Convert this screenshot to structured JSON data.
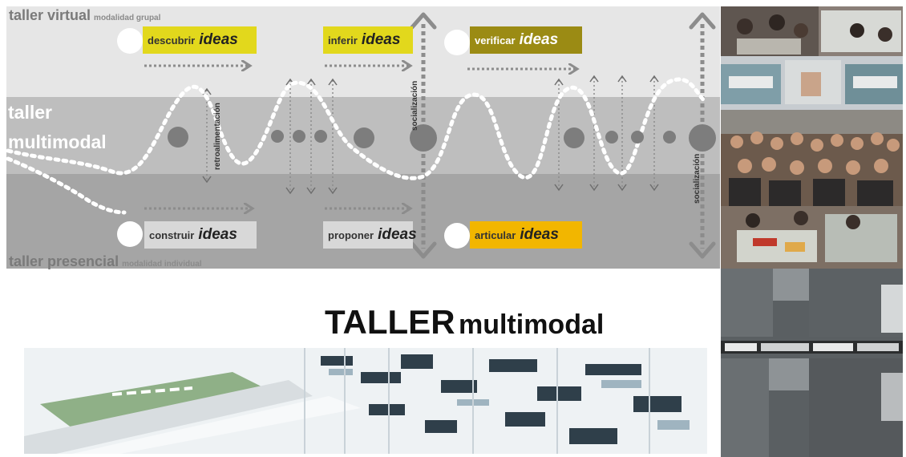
{
  "diagram": {
    "virtual_title": "taller virtual",
    "virtual_sub": "modalidad grupal",
    "multimodal_title_1": "taller",
    "multimodal_title_2": "multimodal",
    "presencial_title": "taller presencial",
    "presencial_sub": "modalidad individual",
    "boxes": {
      "descubrir": {
        "verb": "descubrir",
        "word": "ideas",
        "color": "#e2d81c"
      },
      "inferir": {
        "verb": "inferir",
        "word": "ideas",
        "color": "#e2d81c"
      },
      "verificar": {
        "verb": "verificar",
        "word": "ideas",
        "color": "#9b8b14"
      },
      "construir": {
        "verb": "construir",
        "word": "ideas",
        "color": "#d8d8d8"
      },
      "proponer": {
        "verb": "proponer",
        "word": "ideas",
        "color": "#d8d8d8"
      },
      "articular": {
        "verb": "articular",
        "word": "ideas",
        "color": "#f2b600"
      }
    },
    "retro_label": "retroalimentación",
    "social_label_1": "socialización",
    "social_label_2": "socialización"
  },
  "page_title": {
    "part1": "TALLER",
    "part2": "multimodal"
  },
  "colors": {
    "band_top": "#e6e6e6",
    "band_mid": "#bebebe",
    "band_bot": "#a5a5a5",
    "arrow": "#8c8c8c",
    "node": "#7d7d7d"
  },
  "photos": [
    "students-working-photo",
    "hands-on-models-photo",
    "group-photo",
    "workshop-table-photo",
    "architectural-plan-photo"
  ]
}
